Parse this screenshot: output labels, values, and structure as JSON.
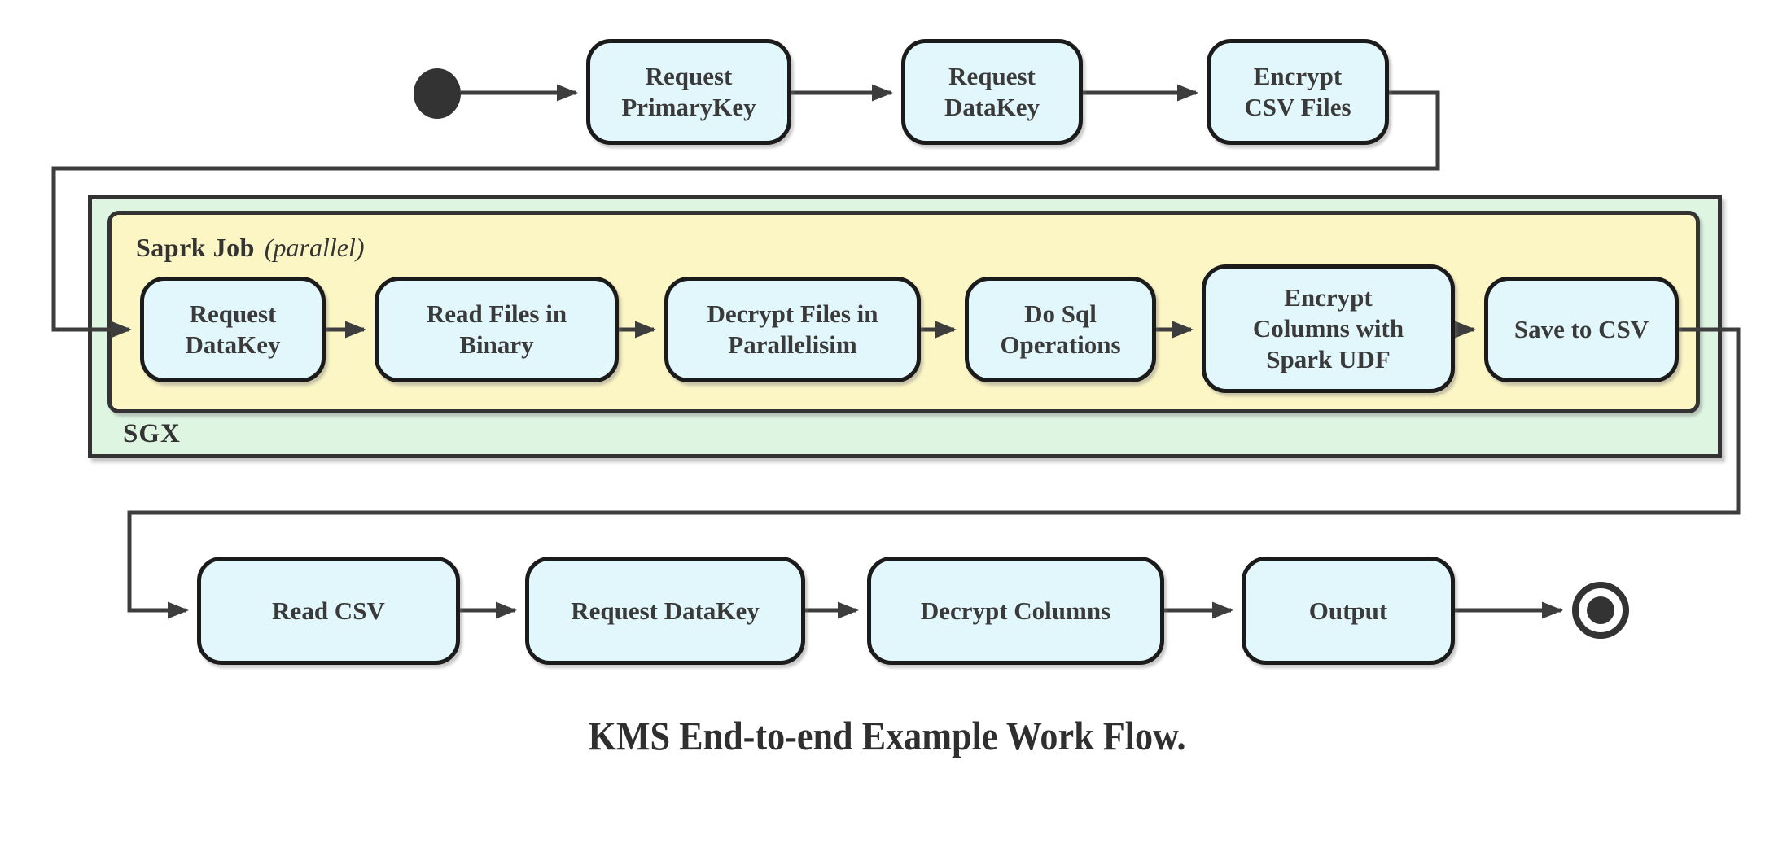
{
  "diagram": {
    "type": "activity-flowchart",
    "caption": "KMS End-to-end Example Work Flow.",
    "containers": {
      "sgx_label": "SGX",
      "spark_label": "Saprk Job",
      "spark_note": "(parallel)"
    },
    "nodes": {
      "top": [
        "Request\nPrimaryKey",
        "Request\nDataKey",
        "Encrypt\nCSV Files"
      ],
      "middle": [
        "Request\nDataKey",
        "Read Files in\nBinary",
        "Decrypt Files in\nParallelisim",
        "Do Sql\nOperations",
        "Encrypt\nColumns with\nSpark UDF",
        "Save to CSV"
      ],
      "bottom": [
        "Read CSV",
        "Request DataKey",
        "Decrypt Columns",
        "Output"
      ]
    },
    "flow": [
      "start",
      "Request PrimaryKey",
      "Request DataKey",
      "Encrypt CSV Files",
      "Request DataKey (SGX/Spark)",
      "Read Files in Binary",
      "Decrypt Files in Parallelisim",
      "Do Sql Operations",
      "Encrypt Columns with Spark UDF",
      "Save to CSV",
      "Read CSV",
      "Request DataKey",
      "Decrypt Columns",
      "Output",
      "end"
    ],
    "colors": {
      "node_fill": "#e2f7fb",
      "node_border": "#1b1b1b",
      "edge": "#3d3d3d",
      "green_container_fill": "#def5e2",
      "yellow_container_fill": "#fcf6c5",
      "container_border": "#333333",
      "text": "#3a3a3a",
      "start_end_fill": "#333333",
      "background": "#ffffff"
    }
  }
}
